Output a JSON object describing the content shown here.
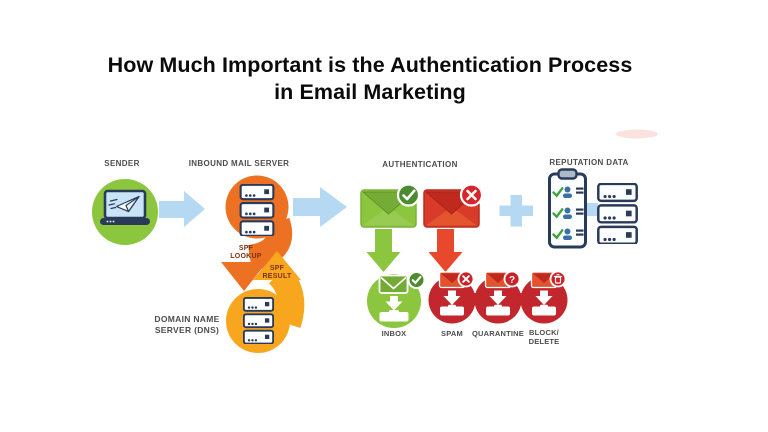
{
  "title": {
    "line1": "How Much Important is the Authentication Process",
    "line2": "in Email Marketing"
  },
  "labels": {
    "sender": "SENDER",
    "inbound_mail_server": "INBOUND MAIL SERVER",
    "authentication": "AUTHENTICATION",
    "reputation_data": "REPUTATION DATA",
    "spf_lookup_1": "SPF",
    "spf_lookup_2": "LOOKUP",
    "spf_result_1": "SPF",
    "spf_result_2": "RESULT",
    "dns_1": "DOMAIN NAME",
    "dns_2": "SERVER (DNS)",
    "inbox": "INBOX",
    "spam": "SPAM",
    "quarantine": "QUARANTINE",
    "block_1": "BLOCK/",
    "block_2": "DELETE"
  },
  "badges": {
    "authenticated": "check",
    "failed": "x",
    "inbox": "check",
    "spam": "x",
    "quarantine": "?",
    "block_delete": "trash"
  },
  "icons": {
    "sender": "laptop-paper-plane",
    "inbound_mail_server": "server-stack",
    "dns": "server-stack",
    "authenticated_mail": "green-envelope-check",
    "failed_mail": "red-envelope-x",
    "reputation": "clipboard-checklist-and-server",
    "delivery": "envelope-into-tray"
  },
  "colors": {
    "green": "#8CC63F",
    "green_dark": "#73AB36",
    "badge_green": "#4C8B2F",
    "orange": "#EC7123",
    "yellow": "#F9A61F",
    "light_blue": "#B5D8F3",
    "navy": "#2A3B5A",
    "red": "#D93B2B",
    "red_flap": "#C02A1E",
    "dark_red": "#C1272D",
    "orange_red": "#E2532E",
    "arrow_red": "#E8482C",
    "label_gray": "#4D4D4F",
    "brown": "#7C3210",
    "screen_blue": "#C9E4F6",
    "title_black": "#0B0B0B"
  }
}
